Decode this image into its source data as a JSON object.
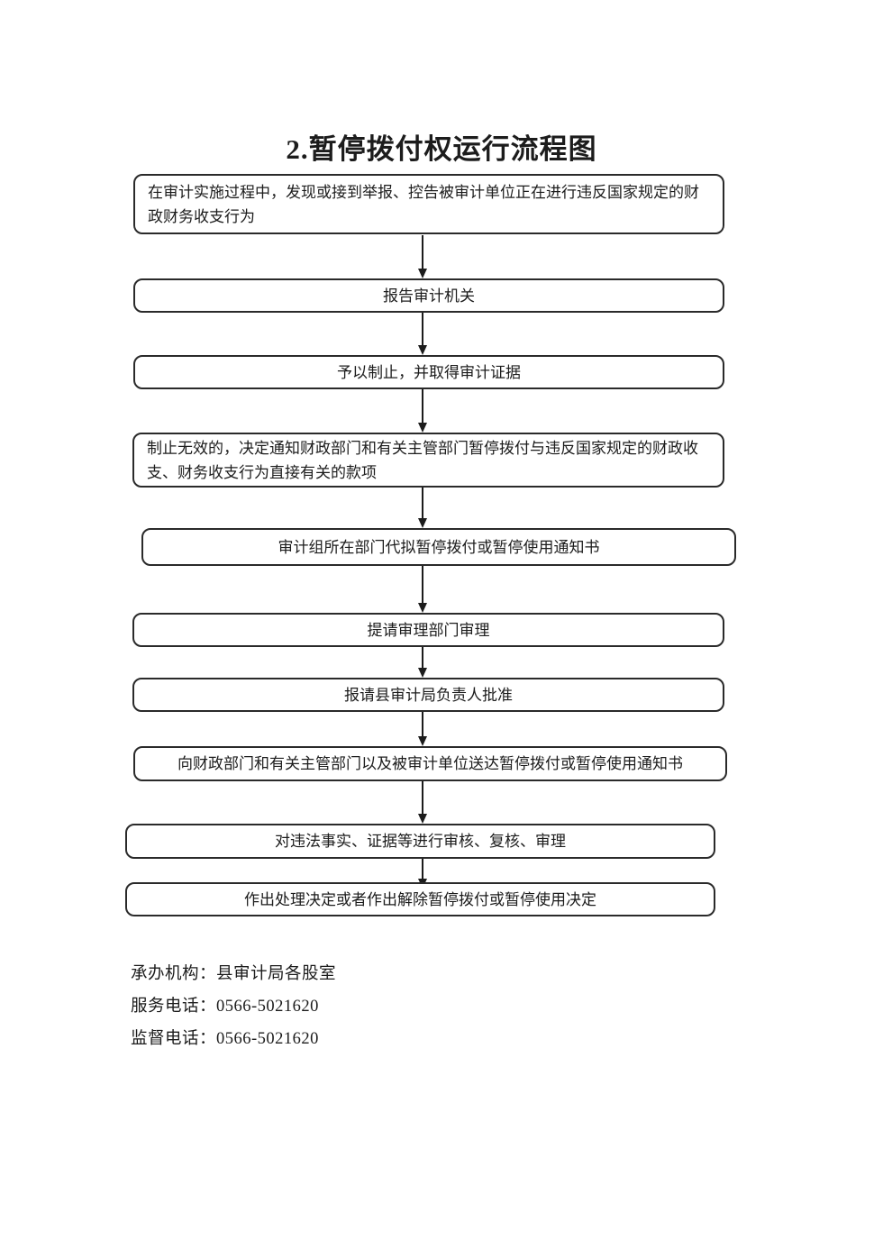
{
  "page": {
    "title": "2.暂停拨付权运行流程图"
  },
  "flowchart": {
    "connector": "arrow-down",
    "steps": [
      {
        "text": "在审计实施过程中，发现或接到举报、控告被审计单位正在进行违反国家规定的财\n政财务收支行为"
      },
      {
        "text": "报告审计机关"
      },
      {
        "text": "予以制止，并取得审计证据"
      },
      {
        "text": "制止无效的，决定通知财政部门和有关主管部门暂停拨付与违反国家规定的财政收\n支、财务收支行为直接有关的款项"
      },
      {
        "text": "审计组所在部门代拟暂停拨付或暂停使用通知书"
      },
      {
        "text": "提请审理部门审理"
      },
      {
        "text": "报请县审计局负责人批准"
      },
      {
        "text": "向财政部门和有关主管部门以及被审计单位送达暂停拨付或暂停使用通知书"
      },
      {
        "text": "对违法事实、证据等进行审核、复核、审理"
      },
      {
        "text": "作出处理决定或者作出解除暂停拨付或暂停使用决定"
      }
    ]
  },
  "footer": {
    "lines": [
      "承办机构：县审计局各股室",
      "服务电话：0566-5021620",
      "监督电话：0566-5021620"
    ]
  },
  "colors": {
    "ink": "#1c1c1c",
    "box_border": "#2a2a2a",
    "background": "#ffffff"
  }
}
